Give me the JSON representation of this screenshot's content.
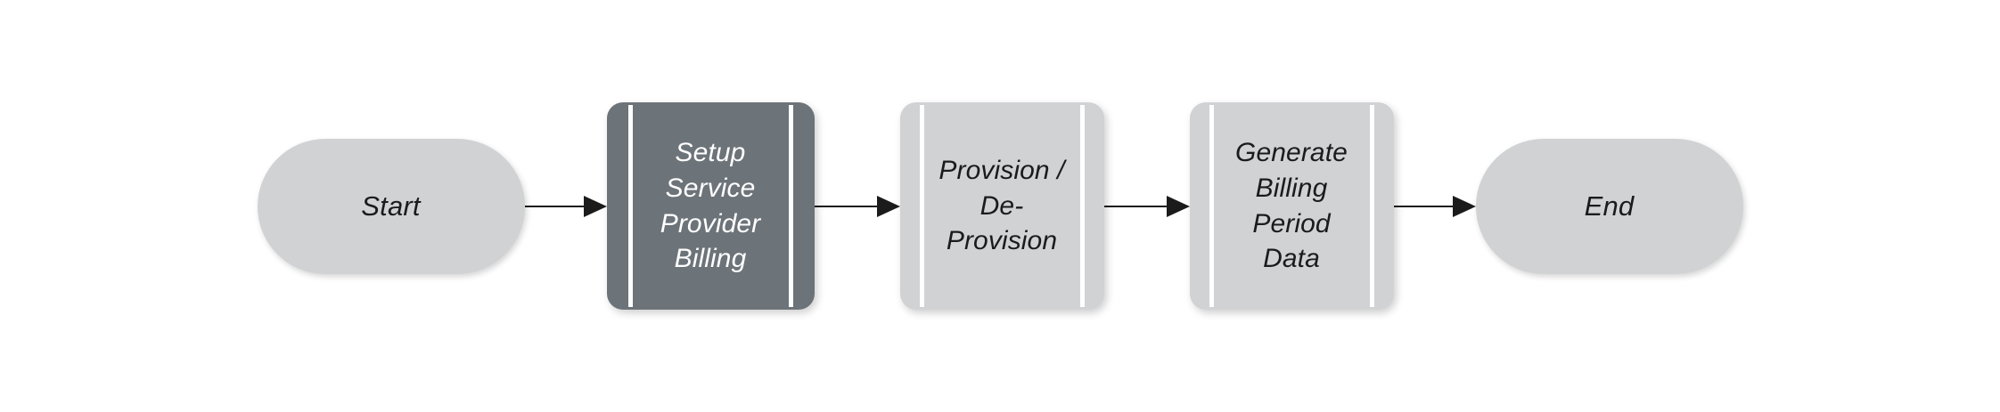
{
  "diagram": {
    "type": "flowchart",
    "orientation": "left-to-right",
    "background_color": "#ffffff",
    "default_fill": "#d1d2d4",
    "highlight_fill": "#6c7379",
    "stroke_color": "#1b1b1b",
    "marker_color": "#ffffff",
    "nodes": [
      {
        "id": "start",
        "label": "Start",
        "shape": "terminator",
        "fill": "#d1d2d4",
        "text_color": "#1b1b1b",
        "highlighted": false
      },
      {
        "id": "setup-service-provider-billing",
        "label": "Setup\nService\nProvider\nBilling",
        "shape": "subprocess",
        "fill": "#6c7379",
        "text_color": "#ffffff",
        "highlighted": true
      },
      {
        "id": "provision-de-provision",
        "label": "Provision /\nDe-Provision",
        "shape": "subprocess",
        "fill": "#d1d2d4",
        "text_color": "#1b1b1b",
        "highlighted": false
      },
      {
        "id": "generate-billing-period-data",
        "label": "Generate\nBilling\nPeriod\nData",
        "shape": "subprocess",
        "fill": "#d1d2d4",
        "text_color": "#1b1b1b",
        "highlighted": false
      },
      {
        "id": "end",
        "label": "End",
        "shape": "terminator",
        "fill": "#d1d2d4",
        "text_color": "#1b1b1b",
        "highlighted": false
      }
    ],
    "edges": [
      {
        "id": "edge-1",
        "from": "start",
        "to": "setup-service-provider-billing",
        "label": "",
        "arrow": "filled-triangle"
      },
      {
        "id": "edge-2",
        "from": "setup-service-provider-billing",
        "to": "provision-de-provision",
        "label": "",
        "arrow": "filled-triangle"
      },
      {
        "id": "edge-3",
        "from": "provision-de-provision",
        "to": "generate-billing-period-data",
        "label": "",
        "arrow": "filled-triangle"
      },
      {
        "id": "edge-4",
        "from": "generate-billing-period-data",
        "to": "end",
        "label": "",
        "arrow": "filled-triangle"
      }
    ]
  }
}
